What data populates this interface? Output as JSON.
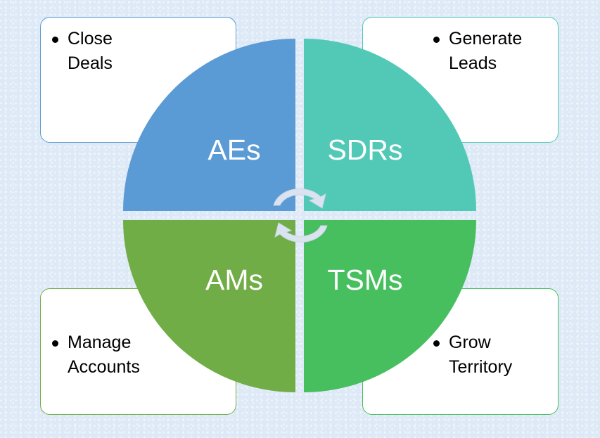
{
  "quadrants": [
    {
      "label": "AEs",
      "task": "Close Deals",
      "color": "#5b9bd5",
      "border": "#5b9bd5"
    },
    {
      "label": "SDRs",
      "task": "Generate Leads",
      "color": "#52c9b7",
      "border": "#52c9b7"
    },
    {
      "label": "AMs",
      "task": "Manage Accounts",
      "color": "#70ad47",
      "border": "#70ad47"
    },
    {
      "label": "TSMs",
      "task": "Grow Territory",
      "color": "#47bf5f",
      "border": "#47bf5f"
    }
  ],
  "tasks": {
    "close": [
      "Close",
      "Deals"
    ],
    "generate": [
      "Generate",
      "Leads"
    ],
    "manage": [
      "Manage",
      "Accounts"
    ],
    "grow": [
      "Grow",
      "Territory"
    ]
  }
}
